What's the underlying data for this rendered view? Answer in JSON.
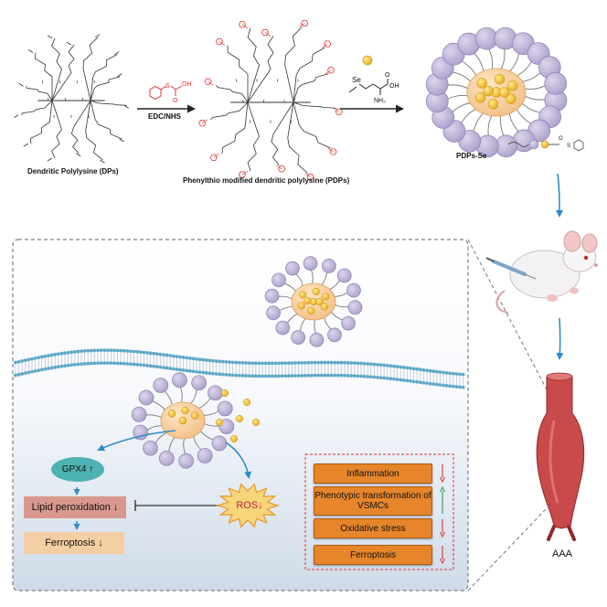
{
  "top": {
    "dps_label": "Dendritic Polylysine (DPs)",
    "pdps_label": "Phenylthio modified dendritic polylysine (PDPs)",
    "reagent_label": "EDC/NHS",
    "reagent_acid_oh": "OH",
    "reagent_s": "S",
    "reagent_o": "O",
    "se_acid_se": "Se",
    "se_acid_nh2": "NH₂",
    "se_acid_oh": "OH",
    "se_acid_o": "O",
    "product_label": "PDPs-Se"
  },
  "mechanism": {
    "gpx4": "GPX4 ↑",
    "lipid": "Lipid peroxidation ↓",
    "ferroptosis": "Ferroptosis ↓",
    "ros": "ROS↓",
    "effects": [
      {
        "label": "Inflammation",
        "trend": "down"
      },
      {
        "label": "Phenotypic transformation of VSMCs",
        "trend": "up"
      },
      {
        "label": "Oxidative stress",
        "trend": "down"
      },
      {
        "label": "Ferroptosis",
        "trend": "down"
      }
    ]
  },
  "aaa_label": "AAA",
  "colors": {
    "core": "#f6cf9c",
    "lobe": "#c7bddc",
    "selenium": "#f4c531",
    "membrane": "#5fa8c6",
    "box_orange": "#e6852a",
    "down_arrow": "#d94040",
    "up_arrow": "#3aa35c",
    "flow_arrow": "#2d8cc8",
    "gpx4_box": "#4db3b2",
    "lipid_box": "#d9988d",
    "ferro_box": "#f5cfa4",
    "artery": "#c94a4a"
  }
}
